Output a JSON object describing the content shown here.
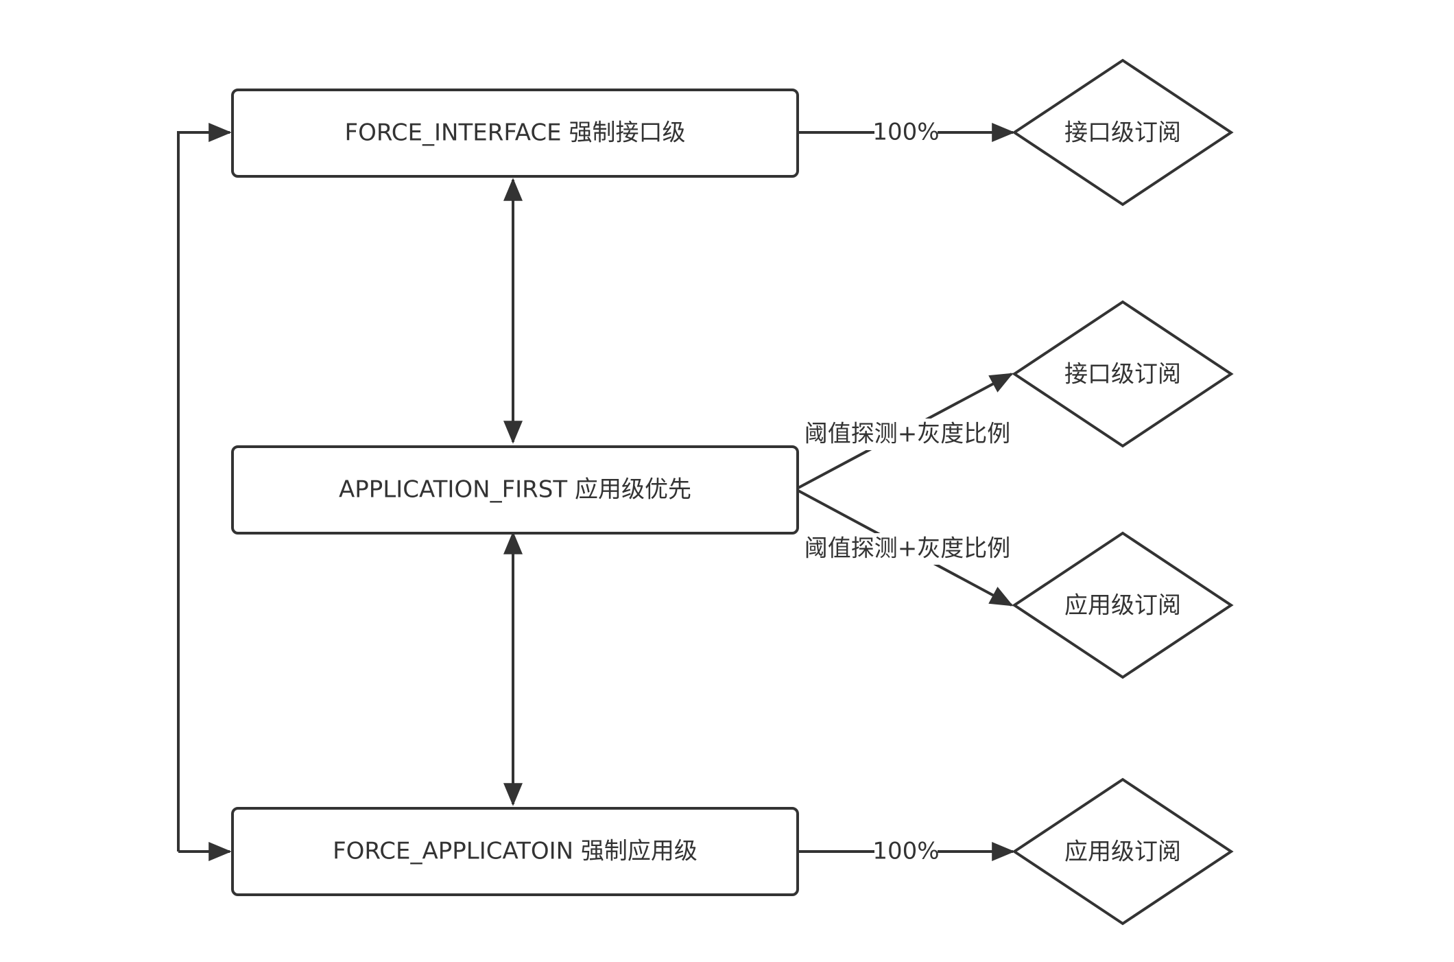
{
  "colors": {
    "stroke": "#333333",
    "background": "#ffffff",
    "text": "#333333"
  },
  "nodes": {
    "force_interface": {
      "label": "FORCE_INTERFACE 强制接口级"
    },
    "application_first": {
      "label": "APPLICATION_FIRST 应用级优先"
    },
    "force_application": {
      "label": "FORCE_APPLICATOIN 强制应用级"
    },
    "interface_sub_top": {
      "label": "接口级订阅"
    },
    "interface_sub_mid": {
      "label": "接口级订阅"
    },
    "application_sub_mid": {
      "label": "应用级订阅"
    },
    "application_sub_bottom": {
      "label": "应用级订阅"
    }
  },
  "edges": {
    "force_interface_out": {
      "label": "100%"
    },
    "app_first_to_interface": {
      "label": "阈值探测+灰度比例"
    },
    "app_first_to_application": {
      "label": "阈值探测+灰度比例"
    },
    "force_application_out": {
      "label": "100%"
    }
  }
}
